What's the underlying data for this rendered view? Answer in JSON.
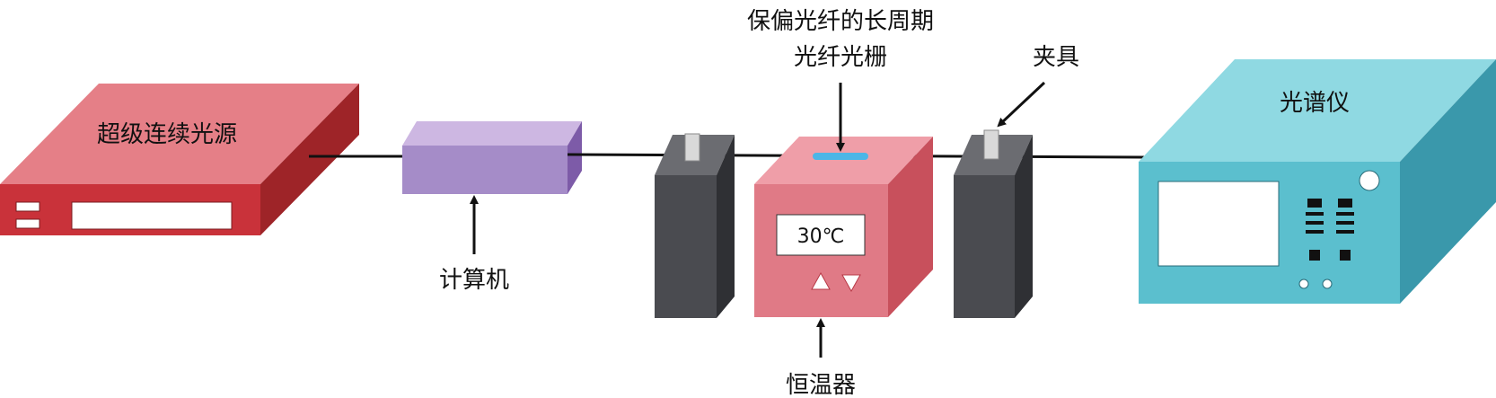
{
  "labels": {
    "light_source": "超级连续光源",
    "computer": "计算机",
    "grating_line1": "保偏光纤的长周期",
    "grating_line2": "光纤光栅",
    "clamp": "夹具",
    "spectrometer": "光谱仪",
    "thermostat": "恒温器",
    "temperature_readout": "30℃"
  },
  "icons": {
    "up": "up-triangle",
    "down": "down-triangle"
  },
  "colors": {
    "source_top": "#e57f87",
    "source_front": "#c9323a",
    "source_side": "#9e2428",
    "computer_top": "#cdb7e2",
    "computer_front": "#a58cc8",
    "computer_side": "#7d5ba8",
    "thermostat_top": "#ef9ea8",
    "thermostat_front": "#e07a86",
    "thermostat_side": "#c8505c",
    "clamp_front": "#4a4b50",
    "clamp_side": "#2f3034",
    "clamp_top": "#6b6c71",
    "spectrometer_top": "#8fd9e2",
    "spectrometer_front": "#5bbfce",
    "spectrometer_side": "#3a98ab",
    "grating": "#4cb6e6",
    "fiber": "#111111"
  }
}
